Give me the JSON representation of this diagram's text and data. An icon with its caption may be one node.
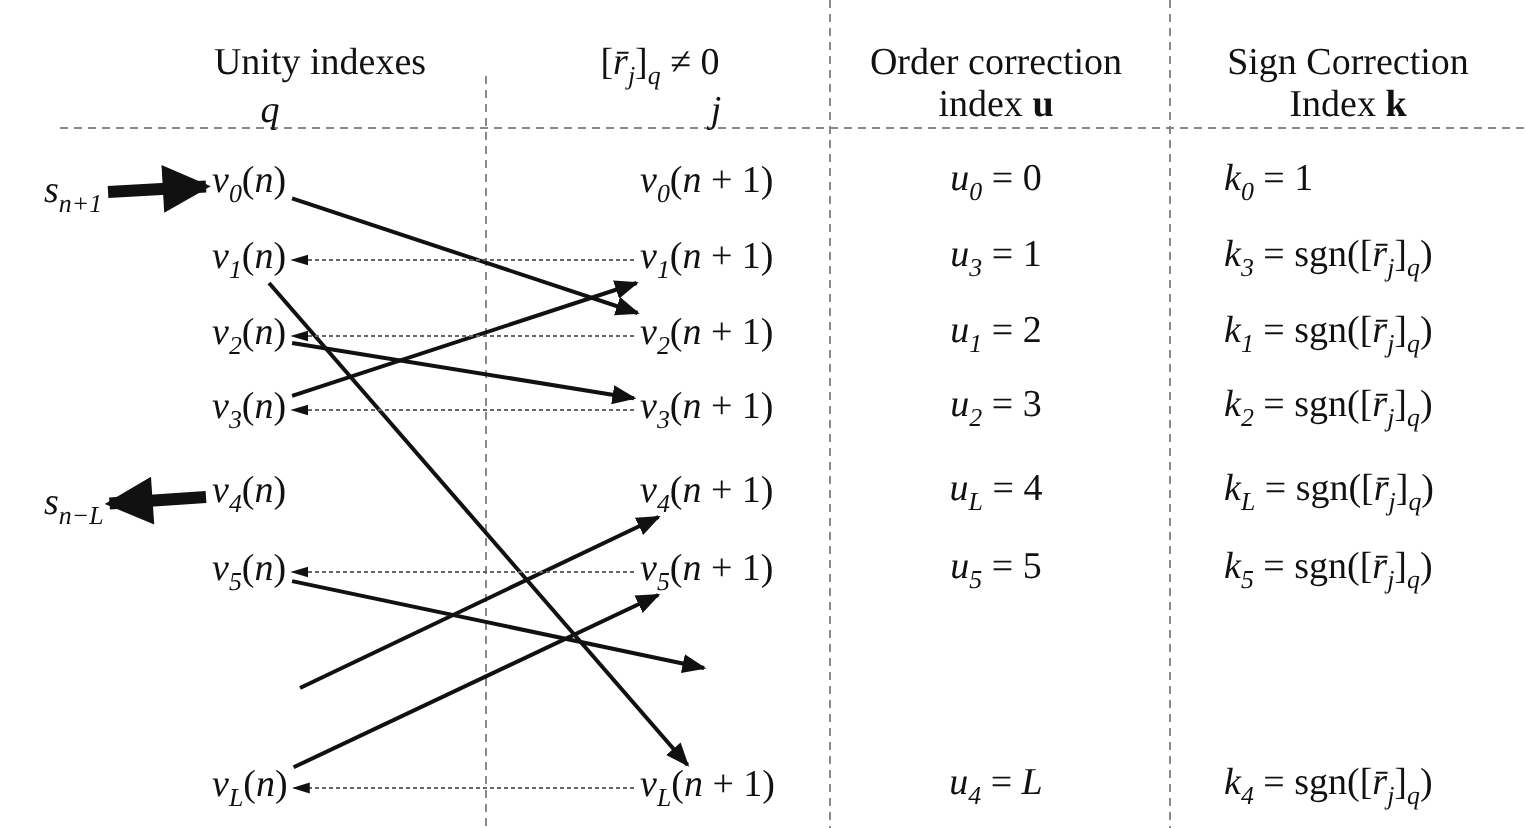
{
  "diagram": {
    "nodes": [
      {
        "text": [
          "*s*$_{n+1}$"
        ]
      },
      {
        "text": [
          "*v*$_{0}$(*n*)"
        ]
      },
      {
        "text": [
          "*v*$_{0}$(*n* + 1)"
        ]
      },
      {
        "text": [
          "*v*$_{1}$(*n*)"
        ]
      },
      {
        "text": [
          "*v*$_{1}$(*n* + 1)"
        ]
      },
      {
        "text": [
          "*v*$_{2}$(*n*)"
        ]
      },
      {
        "text": [
          "*v*$_{2}$(*n* + 1)"
        ]
      },
      {
        "text": [
          "*v*$_{3}$(*n*)"
        ]
      },
      {
        "text": [
          "*v*$_{3}$(*n* + 1)"
        ]
      },
      {
        "text": [
          "*s*$_{n−L}$"
        ]
      },
      {
        "text": [
          "*v*$_{4}$(*n*)"
        ]
      },
      {
        "text": [
          "*v*$_{4}$(*n* + 1)"
        ]
      },
      {
        "text": [
          "*v*$_{5}$(*n*)"
        ]
      },
      {
        "text": [
          "*v*$_{5}$(*n* + 1)"
        ]
      },
      {
        "text": [
          "*v*$_{L}$(*n*)"
        ]
      },
      {
        "text": [
          "*v*$_{L}$(*n* + 1)"
        ]
      }
    ],
    "edges": [
      {
        "from": 0,
        "to": 1,
        "arrow": "to",
        "style": "thick"
      },
      {
        "from": 1,
        "to": 6,
        "arrow": "to"
      },
      {
        "from": 3,
        "to": 15,
        "arrow": "to"
      },
      {
        "from": 4,
        "to": 3,
        "arrow": "to",
        "style": "dashed",
        "color": "#666666"
      },
      {
        "from": 7,
        "to": 4,
        "arrow": "to"
      },
      {
        "from": 6,
        "to": 5,
        "arrow": "to",
        "style": "dashed",
        "color": "#666666"
      },
      {
        "from": 5,
        "to": 8,
        "arrow": "to"
      },
      {
        "from": 8,
        "to": 7,
        "arrow": "to",
        "style": "dashed",
        "color": "#666666"
      },
      {
        "from": 10,
        "to": 9,
        "arrow": "to",
        "style": "thick"
      },
      {
        "from": null,
        "to": 11,
        "arrow": "to"
      },
      {
        "from": 12,
        "to": null,
        "arrow": "to"
      },
      {
        "from": 13,
        "to": 12,
        "arrow": "to",
        "style": "dashed",
        "color": "#666666"
      },
      {
        "from": 14,
        "to": 13,
        "arrow": "to"
      },
      {
        "from": 15,
        "to": 14,
        "arrow": "to",
        "style": "dashed",
        "color": "#666666"
      }
    ],
    "labels": [
      "Unity indexes",
      "[*r̄*$_{j}$]$_{q}$ ≠ 0",
      "Order correction index **u**",
      "Sign Correction Index **k**",
      "*q*",
      "*j*",
      "*u*$_{0}$ = 0",
      "*k*$_{0}$ = 1",
      "*u*$_{3}$ = 1",
      "*k*$_{3}$ = sgn([*r̄*$_{j}$]$_{q}$)",
      "*u*$_{1}$ = 2",
      "*k*$_{1}$ = sgn([*r̄*$_{j}$]$_{q}$)",
      "*u*$_{2}$ = 3",
      "*k*$_{2}$ = sgn([*r̄*$_{j}$]$_{q}$)",
      "*u*$_{L}$ = 4",
      "*k*$_{L}$ = sgn([*r̄*$_{j}$]$_{q}$)",
      "*u*$_{5}$ = 5",
      "*k*$_{5}$ = sgn([*r̄*$_{j}$]$_{q}$)",
      "*u*$_{4}$ = *L*",
      "*k*$_{4}$ = sgn([*r̄*$_{j}$]$_{q}$)"
    ]
  }
}
